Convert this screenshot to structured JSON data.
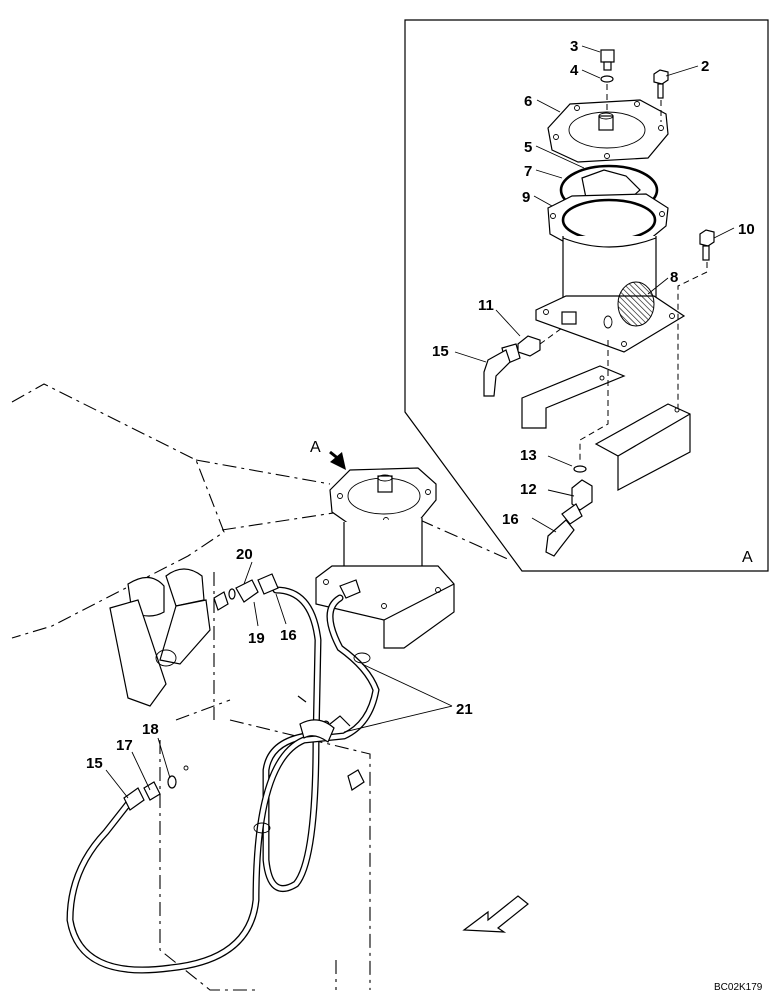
{
  "diagram_code": "BC02K179",
  "view_label": "A",
  "callouts": [
    {
      "id": "c2",
      "text": "2"
    },
    {
      "id": "c3",
      "text": "3"
    },
    {
      "id": "c4",
      "text": "4"
    },
    {
      "id": "c5",
      "text": "5"
    },
    {
      "id": "c6",
      "text": "6"
    },
    {
      "id": "c7",
      "text": "7"
    },
    {
      "id": "c8",
      "text": "8"
    },
    {
      "id": "c9",
      "text": "9"
    },
    {
      "id": "c10",
      "text": "10"
    },
    {
      "id": "c11",
      "text": "11"
    },
    {
      "id": "c12",
      "text": "12"
    },
    {
      "id": "c13",
      "text": "13"
    },
    {
      "id": "c15a",
      "text": "15"
    },
    {
      "id": "c15b",
      "text": "15"
    },
    {
      "id": "c16a",
      "text": "16"
    },
    {
      "id": "c16b",
      "text": "16"
    },
    {
      "id": "c17",
      "text": "17"
    },
    {
      "id": "c18",
      "text": "18"
    },
    {
      "id": "c19",
      "text": "19"
    },
    {
      "id": "c20",
      "text": "20"
    },
    {
      "id": "c21",
      "text": "21"
    }
  ]
}
